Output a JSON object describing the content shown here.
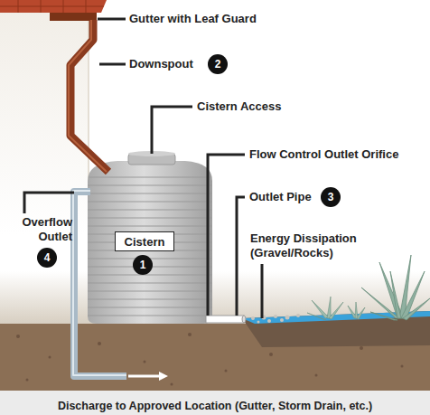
{
  "diagram": {
    "nodes": [
      {
        "text": [
          "2"
        ]
      },
      {
        "text": [
          "3"
        ]
      },
      {
        "text": [
          "Cistern"
        ]
      },
      {
        "text": [
          "4"
        ]
      },
      {
        "text": [
          "1"
        ]
      }
    ],
    "labels": [
      "Gutter with Leaf Guard",
      "Downspout",
      "Cistern Access",
      "Flow Control Outlet Orifice",
      "Outlet Pipe",
      "Energy Dissipation (Gravel/Rocks)",
      "Overflow Outlet",
      "Discharge to Approved Location (Gutter, Storm Drain, etc.)"
    ]
  }
}
